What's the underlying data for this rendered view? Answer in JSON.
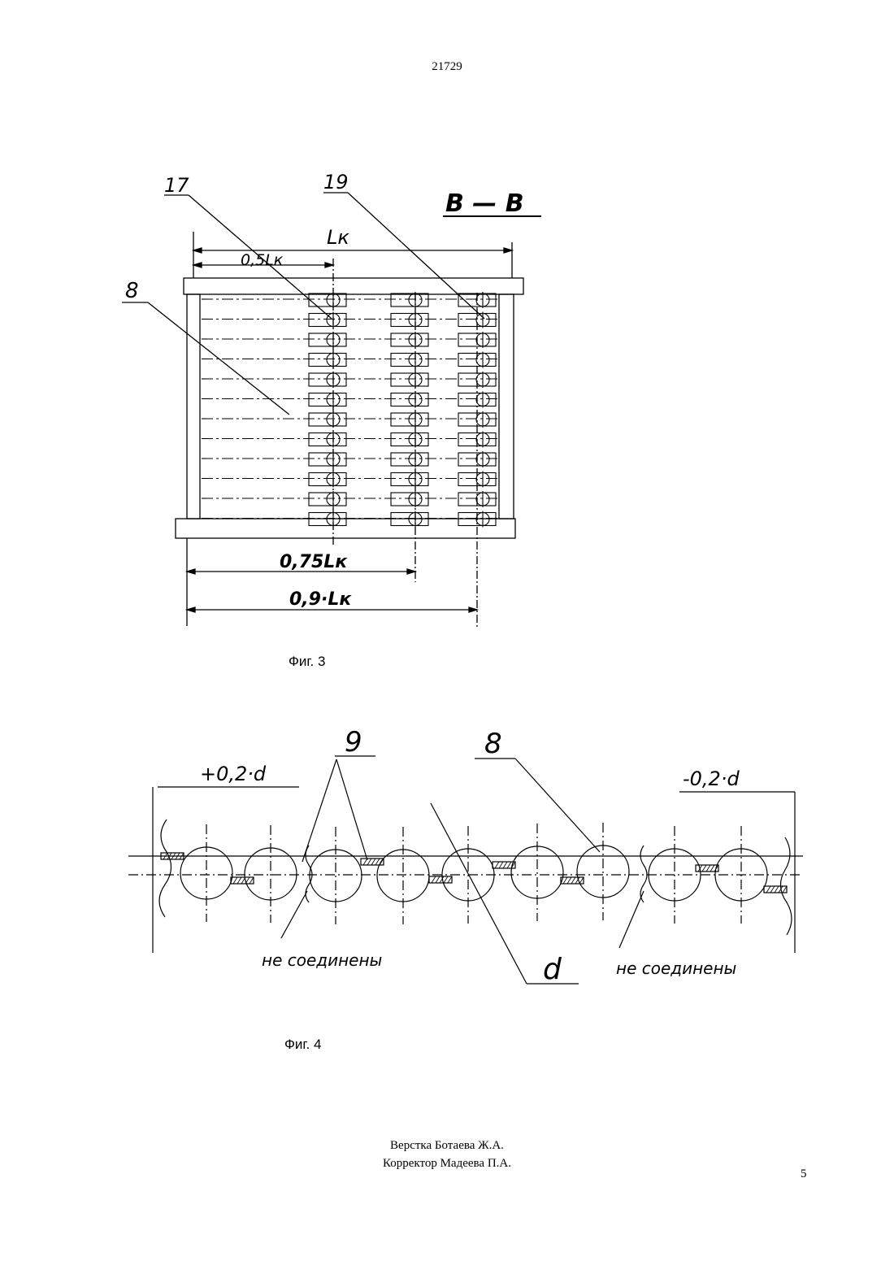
{
  "document_number": "21729",
  "page_number": "5",
  "figure3": {
    "caption": "Фиг. 3",
    "section_label": "В — В",
    "labels": {
      "total_length": "Lк",
      "half_length": "0,5Lк",
      "three_quarter_length": "0,75Lк",
      "ninety_percent_length": "0,9·Lк",
      "pos_8": "8",
      "pos_17": "17",
      "pos_19": "19"
    }
  },
  "figure4": {
    "caption": "Фиг. 4",
    "labels": {
      "tolerance_plus": "+0,2·d",
      "tolerance_minus": "-0,2·d",
      "pos_9": "9",
      "pos_8": "8",
      "diameter": "d",
      "not_connected_left": "не соединены",
      "not_connected_right": "не соединены"
    }
  },
  "footer": {
    "layout_credit": "Верстка Ботаева Ж.А.",
    "proof_credit": "Корректор Мадеева П.А."
  }
}
